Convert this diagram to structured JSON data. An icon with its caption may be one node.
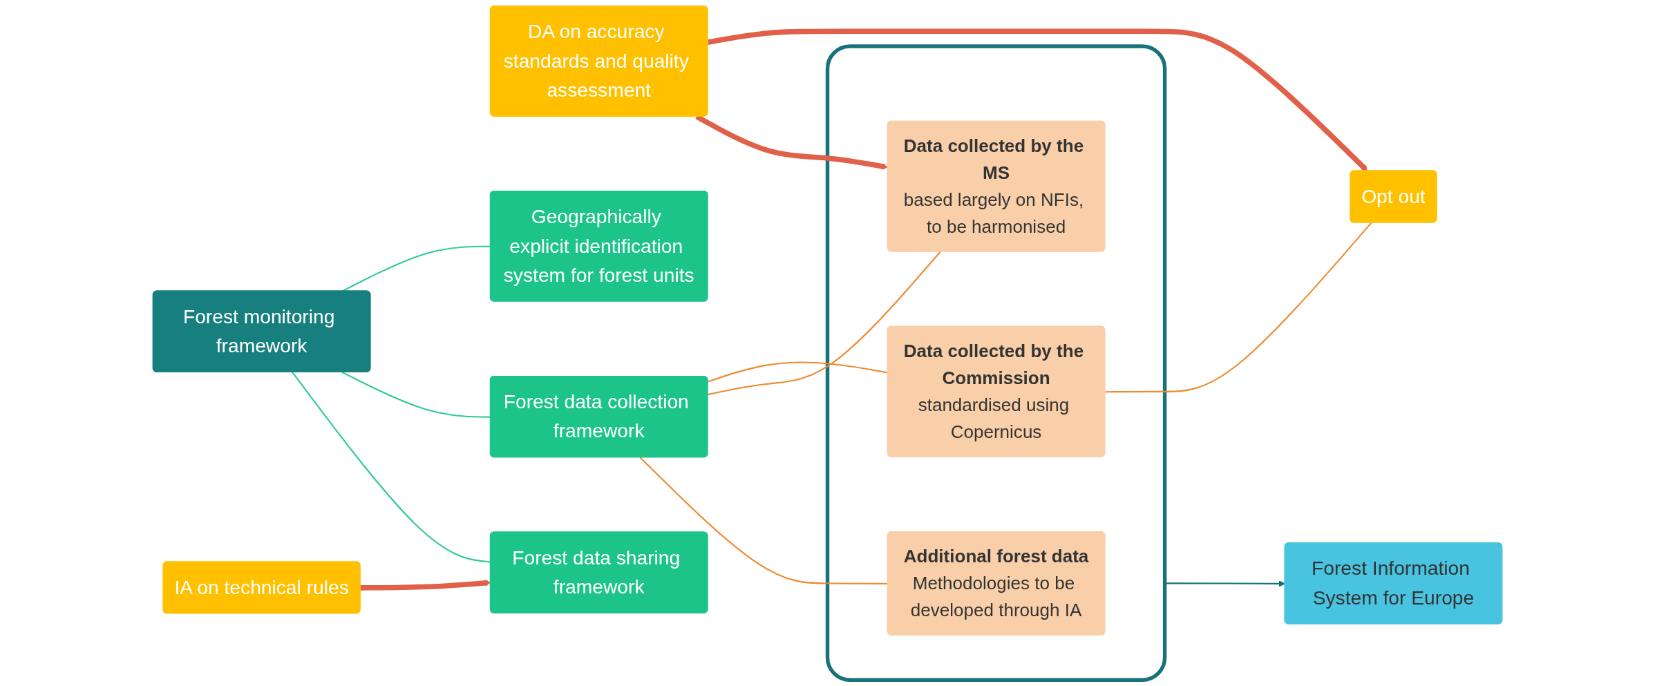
{
  "diagram": {
    "nodes": [
      {
        "text": [
          "Forest monitoring framework"
        ]
      },
      {
        "text": [
          "Geographically explicit identification system for forest units"
        ]
      },
      {
        "text": [
          "Forest data collection framework"
        ]
      },
      {
        "text": [
          "Forest data sharing framework"
        ]
      },
      {
        "text": [],
        "shape": "box"
      },
      {
        "text": [
          "Data collected by the Commission",
          "standardised using Copernicus"
        ],
        "in": 4
      },
      {
        "text": [
          "Data collected by the MS",
          "based largely on NFIs, to be harmonised"
        ],
        "in": 4
      },
      {
        "text": [
          "Additional forest data",
          "Methodologies to be developed through IA"
        ],
        "in": 4
      },
      {
        "text": [
          "Opt out"
        ]
      },
      {
        "text": [
          "DA on accuracy standards and quality assessment"
        ]
      },
      {
        "text": [
          "IA on technical rules"
        ]
      },
      {
        "text": [
          "Forest Information System for Europe"
        ]
      }
    ],
    "edges": [
      {
        "from": 0,
        "to": 1,
        "arrow": "none",
        "color": "#2ecc8f"
      },
      {
        "from": 0,
        "to": 2,
        "arrow": "none",
        "color": "#2ecc8f"
      },
      {
        "from": 0,
        "to": 3,
        "arrow": "none",
        "color": "#2ecc8f"
      },
      {
        "from": 2,
        "to": 5,
        "arrow": "none"
      },
      {
        "from": 2,
        "to": 6,
        "arrow": "none"
      },
      {
        "from": 2,
        "to": 7,
        "arrow": "none"
      },
      {
        "from": 5,
        "to": 8,
        "arrow": "none"
      },
      {
        "from": 9,
        "to": 8,
        "arrow": "to",
        "style": "thick",
        "color": "#e0604a"
      },
      {
        "from": 9,
        "to": 6,
        "arrow": "to",
        "style": "thick",
        "color": "#e0604a"
      },
      {
        "from": 10,
        "to": 3,
        "arrow": "to",
        "style": "thick",
        "color": "#e0604a"
      },
      {
        "from": 4,
        "to": 11,
        "arrow": "to",
        "color": "#17727a"
      }
    ]
  }
}
